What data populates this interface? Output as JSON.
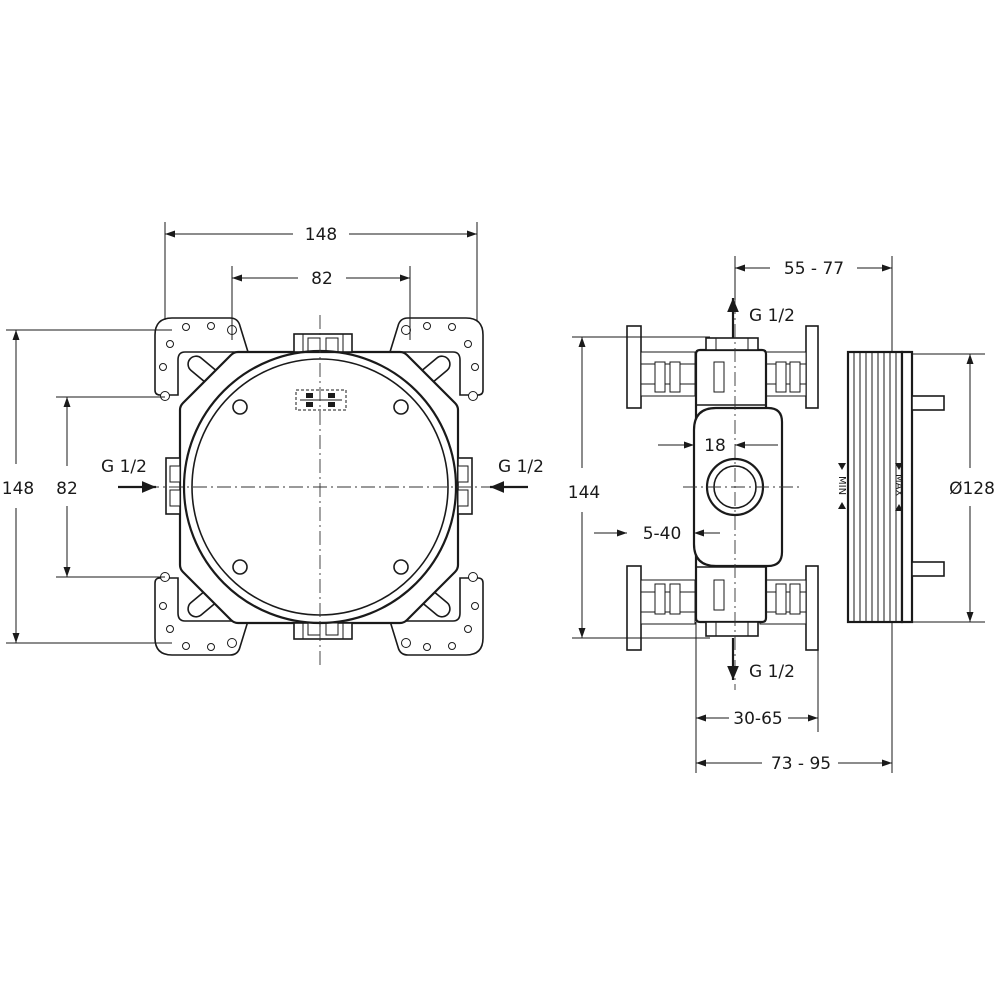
{
  "front_view": {
    "dim_width_outer": "148",
    "dim_width_inner": "82",
    "dim_height_outer": "148",
    "dim_height_inner": "82",
    "inlet_left": "G 1/2",
    "inlet_right": "G 1/2"
  },
  "side_view": {
    "dim_depth_top": "55 - 77",
    "outlet_top": "G 1/2",
    "dim_height": "144",
    "dim_offset": "18",
    "dim_diameter": "Ø128",
    "dim_range": "5-40",
    "outlet_bottom": "G 1/2",
    "dim_depth_mid": "30-65",
    "dim_depth_total": "73 - 95",
    "mark_min": "MIN",
    "mark_max": "MAX"
  }
}
